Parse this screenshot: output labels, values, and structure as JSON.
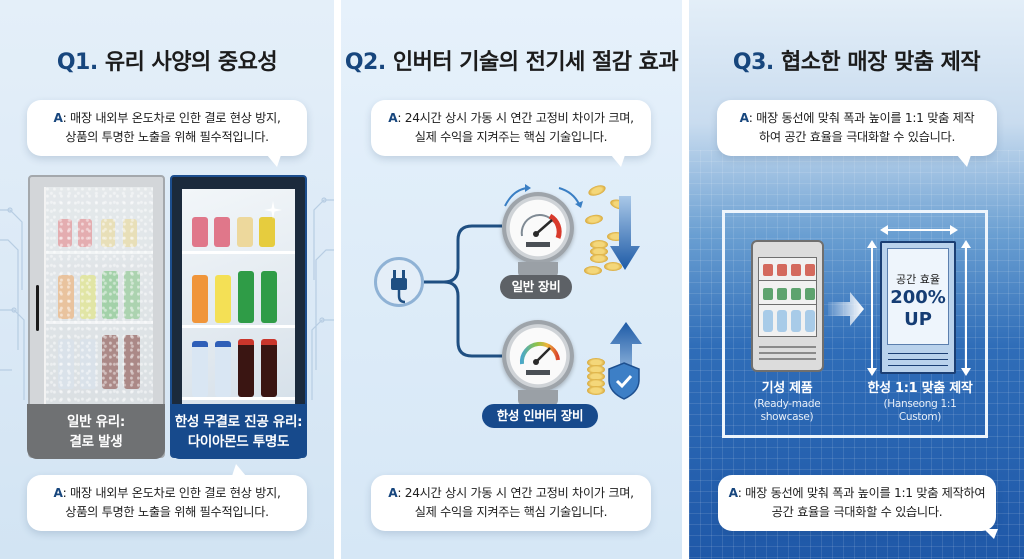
{
  "panels": [
    {
      "id": "q1",
      "question_prefix": "Q1.",
      "question_title": "유리 사양의 중요성",
      "answer_label": "A",
      "answer_text_line1": ": 매장 내외부 온도차로 인한 결로 현상 방지,",
      "answer_text_line2": "상품의 투명한 노출을 위해 필수적입니다.",
      "comparison": {
        "left_label_line1": "일반 유리:",
        "left_label_line2": "결로 발생",
        "right_label_line1": "한성 무결로 진공 유리:",
        "right_label_line2": "다이아몬드 투명도"
      },
      "bottom_answer_line1": ": 매장 내외부 온도차로 인한 결로 현상 방지,",
      "bottom_answer_line2": "상품의 투명한 노출을 위해 필수적입니다."
    },
    {
      "id": "q2",
      "question_prefix": "Q2.",
      "question_title": "인버터 기술의 전기세 절감 효과",
      "answer_label": "A",
      "answer_text_line1": ": 24시간 상시 가동 시 연간 고정비 차이가 크며,",
      "answer_text_line2": "실제 수익을 지켜주는 핵심 기술입니다.",
      "diagram": {
        "source_icon": "power-plug-icon",
        "normal_label": "일반 장비",
        "inverter_label": "한성 인버터 장비",
        "normal_trend_icon": "arrow-down-icon",
        "inverter_trend_icon": "arrow-up-icon",
        "inverter_badge_icon": "shield-check-icon"
      },
      "bottom_answer_line1": ": 24시간 상시 가동 시 연간 고정비 차이가 크며,",
      "bottom_answer_line2": "실제 수익을 지켜주는 핵심 기술입니다."
    },
    {
      "id": "q3",
      "question_prefix": "Q3.",
      "question_title": "협소한 매장 맞춤 제작",
      "answer_label": "A",
      "answer_text_line1": ": 매장 동선에 맞춰 폭과 높이를 1:1 맞춤 제작",
      "answer_text_line2": "하여 공간 효율을 극대화할 수 있습니다.",
      "diagram": {
        "efficiency_line1": "공간 효율",
        "efficiency_line2": "200%",
        "efficiency_line3": "UP",
        "old_caption": "기성 제품",
        "old_caption_en_line1": "(Ready-made",
        "old_caption_en_line2": "showcase)",
        "new_caption": "한성 1:1 맞춤 제작",
        "new_caption_en_line1": "(Hanseong 1:1",
        "new_caption_en_line2": "Custom)"
      },
      "bottom_answer_line1": ": 매장 동선에 맞춰 폭과 높이를 1:1 맞춤 제작하여",
      "bottom_answer_line2": "공간 효율을 극대화할 수 있습니다."
    }
  ],
  "colors": {
    "accent_navy": "#17467d",
    "brand_blue": "#174a8c",
    "gray_label": "#6f7173",
    "coin_gold": "#d8a93b",
    "gauge_red": "#d83a2c"
  }
}
